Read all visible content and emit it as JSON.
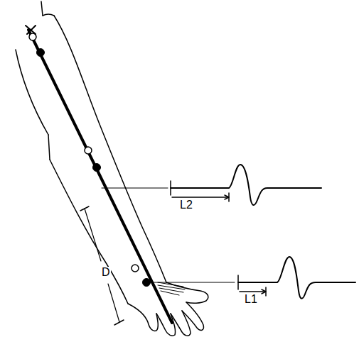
{
  "diagram": {
    "labels": [
      "L2",
      "L1",
      "D"
    ]
  }
}
